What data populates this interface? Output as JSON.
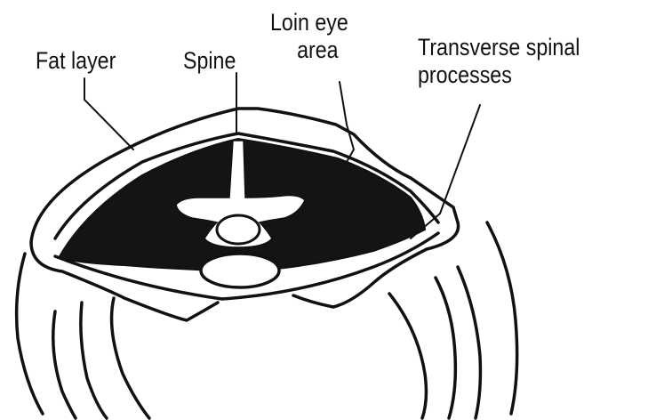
{
  "labels": {
    "fat_layer": "Fat layer",
    "spine": "Spine",
    "loin_eye_area": [
      "Loin eye",
      "area"
    ],
    "transverse_spinal_processes": [
      "Transverse spinal",
      "processes"
    ]
  },
  "colors": {
    "ink": "#111111",
    "muscle_fill": "#141414",
    "background": "#ffffff"
  }
}
